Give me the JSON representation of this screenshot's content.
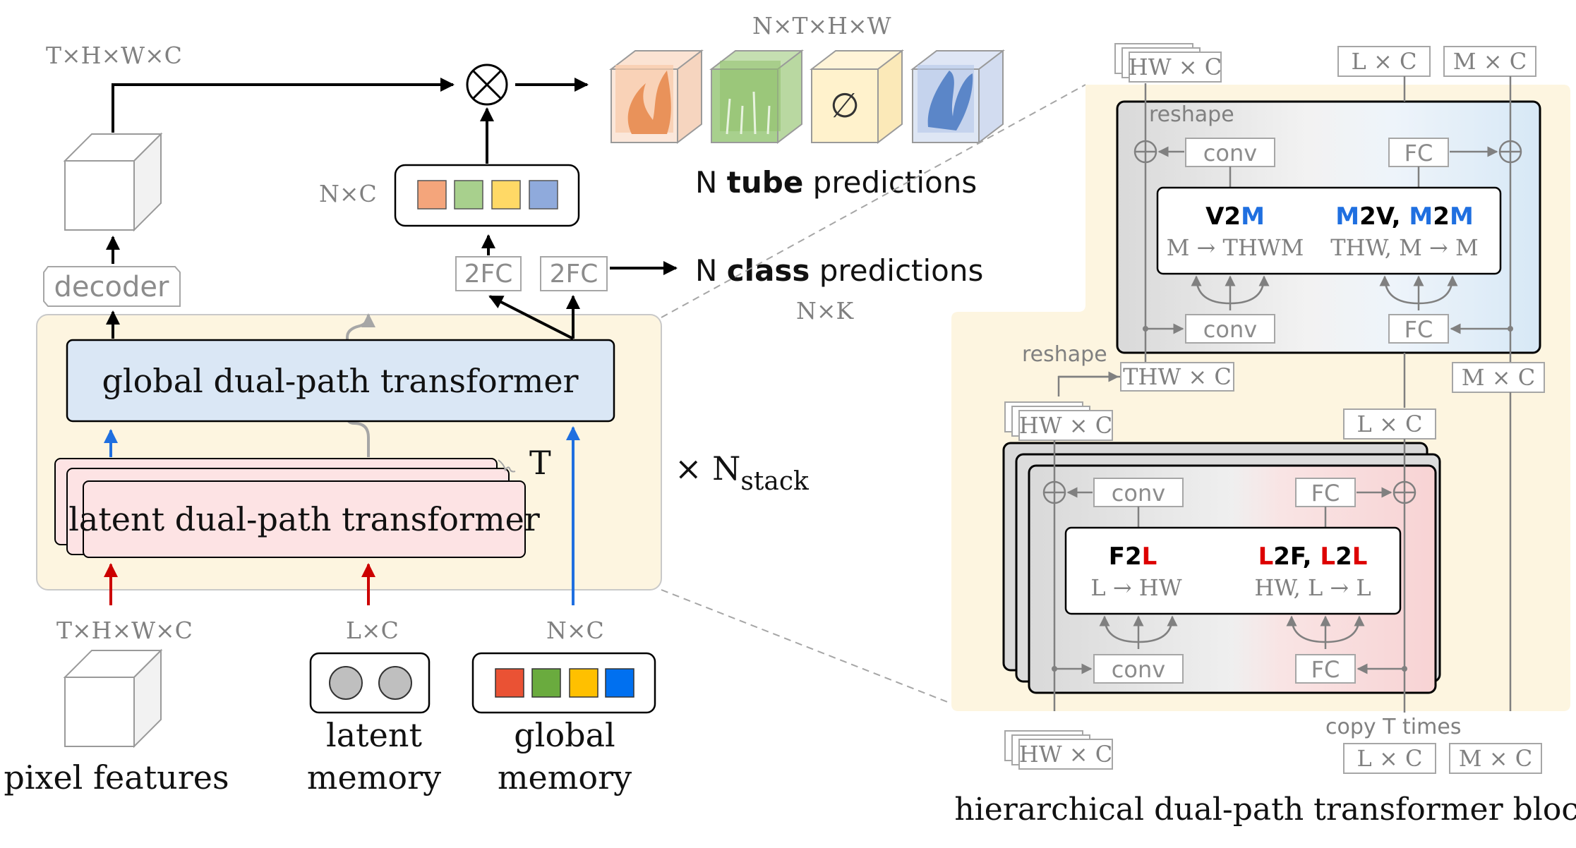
{
  "left": {
    "dims_top": "T×H×W×C",
    "decoder": "decoder",
    "global_transformer": "global dual-path transformer",
    "latent_transformer": "latent dual-path transformer",
    "t_label": "T",
    "n_stack_x": "× N",
    "n_stack_sub": "stack",
    "dims_pixel": "T×H×W×C",
    "dims_latent": "L×C",
    "dims_global": "N×C",
    "pixel_label": "pixel features",
    "latent_label_1": "latent",
    "latent_label_2": "memory",
    "global_label_1": "global",
    "global_label_2": "memory",
    "nc_label": "N×C",
    "fc_left": "2FC",
    "fc_right": "2FC",
    "otimes": "⊗"
  },
  "outputs": {
    "tube_dims": "N×T×H×W",
    "tube_prefix": "N ",
    "tube_bold": "tube",
    "tube_suffix": " predictions",
    "class_prefix": "N ",
    "class_bold": "class",
    "class_suffix": " predictions",
    "class_dims": "N×K",
    "empty_symbol": "∅"
  },
  "colors": {
    "query_orange": "#f4a57b",
    "query_green": "#a8d08d",
    "query_yellow": "#ffd966",
    "query_blue": "#8faadc",
    "mem_red": "#ea5234",
    "mem_green": "#6aab3e",
    "mem_yellow": "#ffc000",
    "mem_blue": "#0070f0",
    "latent_gray": "#bfbfbf",
    "panel_cream": "#fdf5e0",
    "global_box": "#dae7f5",
    "latent_box": "#fde3e4",
    "arrow_red": "#cc0000",
    "arrow_blue": "#1f6fe0",
    "text_blue": "#1f6fe0",
    "text_red": "#dd0000",
    "gray_text": "#808080"
  },
  "right": {
    "caption": "hierarchical dual-path transformer block",
    "top_hw": "HW × C",
    "top_l": "L × C",
    "top_m": "M × C",
    "reshape_1": "reshape",
    "reshape_2": "reshape",
    "conv_top_upper": "conv",
    "conv_top_lower": "conv",
    "fc_top_upper": "FC",
    "fc_top_lower": "FC",
    "v2m_a": "V",
    "v2m_b": "2",
    "v2m_c": "M",
    "v2m_sub": "M → THWM",
    "m2v_a": "M",
    "m2v_b": "2V",
    "m2v_sep": ", ",
    "m2v_c": "M",
    "m2v_d": "2",
    "m2v_e": "M",
    "m2v_sub": "THW, M → M",
    "thw": "THW × C",
    "mid_m": "M × C",
    "mid_hw": "HW × C",
    "mid_l": "L × C",
    "conv_bot_upper": "conv",
    "conv_bot_lower": "conv",
    "fc_bot_upper": "FC",
    "fc_bot_lower": "FC",
    "f2l_a": "F",
    "f2l_b": "2",
    "f2l_c": "L",
    "f2l_sub": "L → HW",
    "l2f_a": "L",
    "l2f_b": "2F",
    "l2f_sep": ", ",
    "l2f_c": "L",
    "l2f_d": "2",
    "l2f_e": "L",
    "l2f_sub": "HW, L  → L",
    "copy_t": "copy T times",
    "bot_hw": "HW × C",
    "bot_l": "L × C",
    "bot_m": "M × C"
  }
}
